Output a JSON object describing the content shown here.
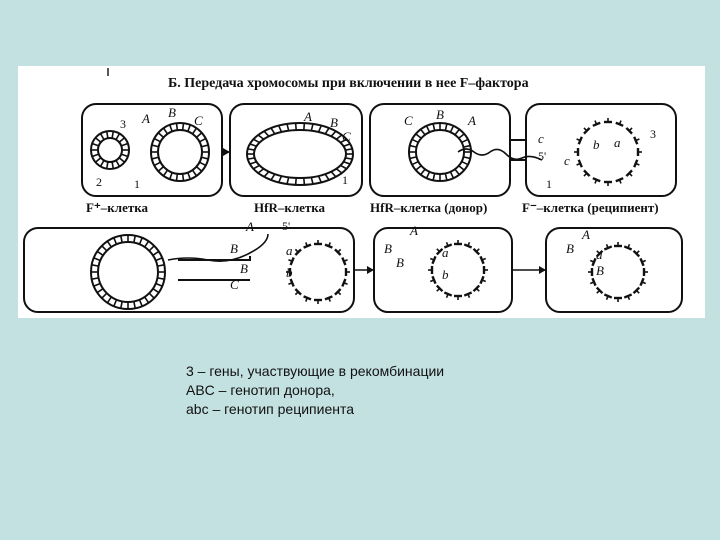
{
  "figure": {
    "title": "Б. Передача хромосомы при включении в нее F–фактора",
    "captions": {
      "f_plus_cell": "F⁺–клетка",
      "hfr_cell": "HfR–клетка",
      "hfr_donor": "HfR–клетка (донор)",
      "f_minus_recipient": "F⁻–клетка (реципиент)"
    },
    "labels": {
      "A_upper": "A",
      "B_upper": "B",
      "C_upper": "C",
      "a_lower": "a",
      "b_lower": "b",
      "c_lower": "c",
      "n1": "1",
      "n2": "2",
      "n3": "3",
      "n5": "5'"
    }
  },
  "legend": [
    "3 – гены, участвующие в рекомбинации",
    "ABC – генотип донора,",
    "abc – генотип реципиента"
  ]
}
